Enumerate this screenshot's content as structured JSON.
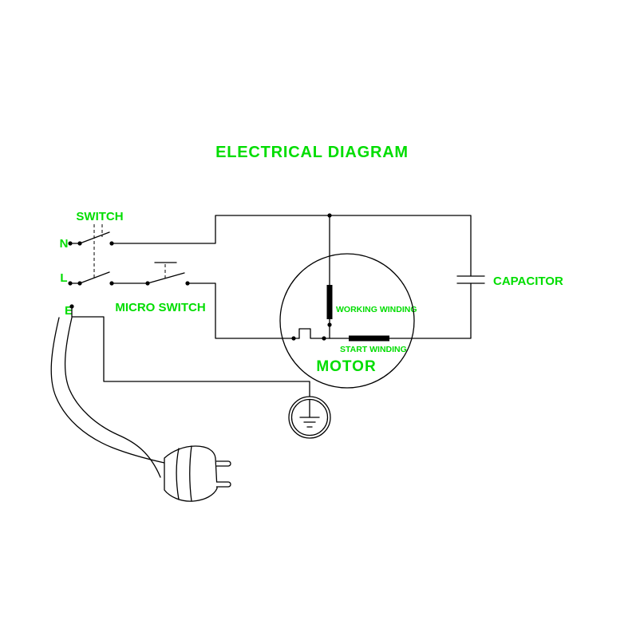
{
  "diagram": {
    "title": "ELECTRICAL DIAGRAM",
    "labels": {
      "switch": "SWITCH",
      "micro_switch": "MICRO SWITCH",
      "capacitor": "CAPACITOR",
      "working_winding": "WORKING WINDING",
      "start_winding": "START WINDING",
      "motor": "MOTOR"
    },
    "terminals": {
      "neutral": "N",
      "line": "L",
      "earth": "E"
    },
    "colors": {
      "label_green": "#00DD00",
      "line_black": "#000000",
      "background": "#FFFFFF"
    }
  }
}
